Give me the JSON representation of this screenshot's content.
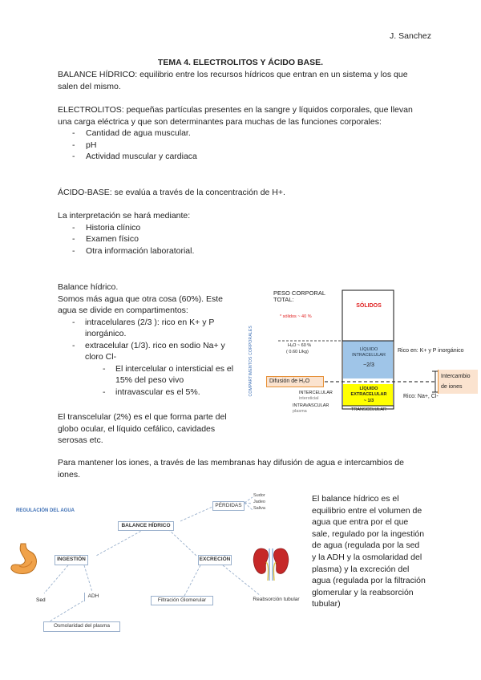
{
  "header": {
    "author": "J. Sanchez"
  },
  "title": "TEMA 4. ELECTROLITOS Y ÁCIDO BASE.",
  "balance_hidrico_def": "BALANCE HÍDRICO: equilibrio entre los recursos hídricos que entran en un sistema y los que salen del mismo.",
  "electrolitos": {
    "text": "ELECTROLITOS: pequeñas partículas presentes en la sangre y líquidos corporales, que llevan una carga eléctrica y que son determinantes para muchas de las funciones corporales:",
    "items": [
      "Cantidad de agua muscular.",
      "pH",
      "Actividad muscular y cardiaca"
    ]
  },
  "acido_base": "ÁCIDO-BASE: se evalúa a través de la concentración de H+.",
  "interpretacion": {
    "text": "La interpretación se hará mediante:",
    "items": [
      "Historia clínico",
      "Examen físico",
      "Otra información laboratorial."
    ]
  },
  "balance_section": {
    "heading": "Balance hídrico.",
    "intro": "Somos más agua que otra cosa (60%). Este agua se divide en compartimentos:",
    "item1": "intracelulares (2/3 ): rico en K+ y P inorgánico.",
    "item2": "extracelular (1/3). rico en sodio Na+ y cloro Cl-",
    "subitems": [
      "El intercelular o intersticial  es el 15% del peso vivo",
      "intravascular es el 5%."
    ],
    "transcelular": "El transcelular (2%) es el que forma parte del globo ocular, el líquido cefálico, cavidades serosas etc."
  },
  "figure1": {
    "vertical_label": "COMPARTIMENTOS CORPORALES",
    "peso_title": "PESO CORPORAL TOTAL:",
    "solidos": "SÓLIDOS",
    "solidos_pct": "* sólidos ~ 40 %",
    "h2o_label": "H₂O ~ 60 %",
    "h2o_sub": "( 0.60 L/kg)",
    "intracelular_box": "LÍQUIDO INTRACELULAR",
    "intracelular_frac": "~2/3",
    "extracelular_box": "LÍQUIDO EXTRACELULAR",
    "extracelular_frac": "~ 1/3",
    "transcelular_box": "TRANSCELULAR",
    "intercelular_lbl": "INTERCELULAR",
    "intercelular_sub": "intersticial",
    "intravascular_lbl": "INTRAVASCULAR",
    "intravascular_sub": "plasma",
    "difusion": "Difusión de H₂O",
    "rico_kp": "Rico en: K+ y  P inorgánico",
    "rico_na": "Rico: Na+, Cl-",
    "intercambio": "Intercambio de iones",
    "colors": {
      "blue": "#9fc5e8",
      "yellow": "#ffff00",
      "orange_fill": "#fbe3cf",
      "orange_line": "#e69138"
    }
  },
  "mantener": "Para mantener los iones, a través de las membranas hay difusión de agua e intercambios de iones.",
  "figure2": {
    "title": "REGULACIÓN DEL AGUA",
    "balance": "BALANCE HÍDRICO",
    "perdidas": "PÉRDIDAS",
    "perdidas_items": [
      "Sudor",
      "Jadeo",
      "Saliva"
    ],
    "ingestion": "INGESTIÓN",
    "excrecion": "EXCRECIÓN",
    "sed": "Sed",
    "adh": "ADH",
    "osmolaridad": "Osmolaridad del plasma",
    "filtracion": "Filtración Glomerular",
    "reabsorcion": "Reabsorción tubular",
    "stomach_icon": "stomach-icon",
    "kidney_icon": "kidneys-icon"
  },
  "side_text": "El balance hídrico es el equilibrio entre el volumen de agua que entra por el que sale, regulado por la ingestión de agua (regulada por la sed y la ADH y la osmolaridad del plasma) y la excreción del agua (regulada por la filtración glomerular y la reabsorción tubular)"
}
